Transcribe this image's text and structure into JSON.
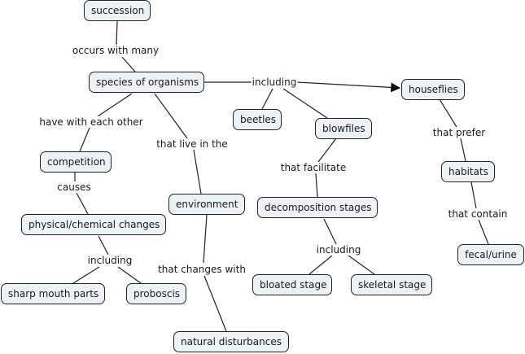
{
  "concepts": {
    "succession": "succession",
    "species": "species of organisms",
    "competition": "competition",
    "physchem": "physical/chemical changes",
    "sharp": "sharp mouth parts",
    "proboscis": "proboscis",
    "environment": "environment",
    "natural": "natural disturbances",
    "beetles": "beetles",
    "blowfiles": "blowfiles",
    "decomp": "decomposition stages",
    "bloated": "bloated stage",
    "skeletal": "skeletal stage",
    "houseflies": "houseflies",
    "habitats": "habitats",
    "fecal": "fecal/urine"
  },
  "links": {
    "occurs": "occurs with many",
    "have": "have with each other",
    "causes": "causes",
    "including1": "including",
    "live": "that live in the",
    "changes": "that changes with",
    "including2": "including",
    "facilitate": "that facilitate",
    "including3": "including",
    "prefer": "that prefer",
    "contain": "that contain"
  }
}
